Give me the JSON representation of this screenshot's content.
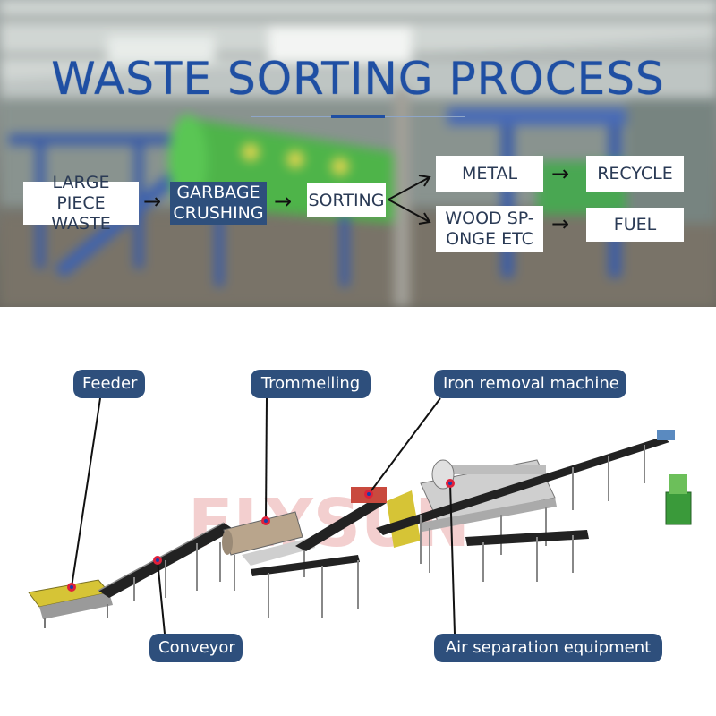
{
  "title": "WASTE SORTING PROCESS",
  "flow": {
    "large_piece_waste": "LARGE PIECE WASTE",
    "garbage_crushing": "GARBAGE CRUSHING",
    "sorting": "SORTING",
    "metal": "METAL",
    "wood_sponge": "WOOD SP-ONGE ETC",
    "recycle": "RECYCLE",
    "fuel": "FUEL"
  },
  "callouts": {
    "feeder": "Feeder",
    "trommelling": "Trommelling",
    "iron_removal": "Iron removal machine",
    "conveyor": "Conveyor",
    "air_separation": "Air separation equipment"
  },
  "watermark": "FLYSUN",
  "colors": {
    "title_blue": "#1f4fa3",
    "callout_bg": "#2e4f7c",
    "marker_red": "#e0203a",
    "marker_blue": "#1a3fa8",
    "machine_green": "#3a9a3a"
  }
}
